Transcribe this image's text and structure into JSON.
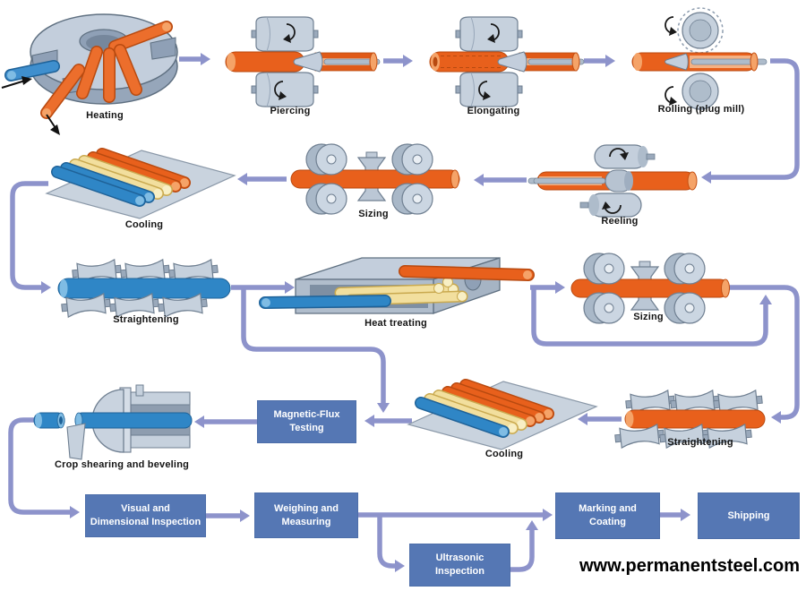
{
  "stages": {
    "heating": "Heating",
    "piercing": "Piercing",
    "elongating": "Elongating",
    "rolling": "Rolling (plug mill)",
    "reeling": "Reeling",
    "sizing_top": "Sizing",
    "cooling_top": "Cooling",
    "straightening_mid": "Straightening",
    "heat_treating": "Heat treating",
    "sizing_mid": "Sizing",
    "straightening_lower": "Straightening",
    "cooling_lower": "Cooling",
    "crop_shearing": "Crop shearing and beveling"
  },
  "boxes": {
    "magnetic_flux": {
      "line1": "Magnetic-Flux",
      "line2": "Testing"
    },
    "visual_inspection": {
      "line1": "Visual and",
      "line2": "Dimensional Inspection"
    },
    "weighing": {
      "line1": "Weighing and",
      "line2": "Measuring"
    },
    "ultrasonic": {
      "line1": "Ultrasonic",
      "line2": "Inspection"
    },
    "marking": {
      "line1": "Marking and",
      "line2": "Coating"
    },
    "shipping": {
      "line1": "Shipping"
    }
  },
  "watermark": "www.permanentsteel.com",
  "colors": {
    "process_box": "#5577B4",
    "connector_arrow": "#8D93CB",
    "hot_pipe_orange": "#E8601C",
    "cold_pipe_blue": "#2F86C6",
    "warm_pipe_cream": "#F2DF9E",
    "machinery_gray": "#C6D1DD",
    "box_text": "#FFFFFF",
    "label_text": "#141414",
    "background": "#FFFFFF"
  }
}
